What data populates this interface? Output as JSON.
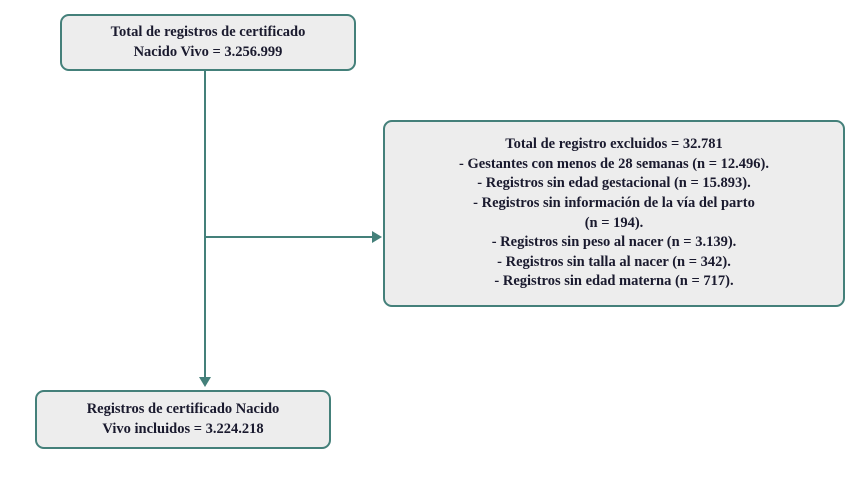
{
  "colors": {
    "accent": "#44807a",
    "box_background": "#ededed",
    "text": "#1a1a2e",
    "page_background": "#ffffff"
  },
  "boxes": {
    "top": {
      "lines": [
        "Total de registros de certificado",
        "Nacido Vivo = 3.256.999"
      ]
    },
    "excluded": {
      "title": "Total de registro excluidos = 32.781",
      "items": [
        "- Gestantes con menos de 28 semanas (n = 12.496).",
        "- Registros sin edad gestacional (n = 15.893).",
        "- Registros sin información de la vía del parto\n(n = 194).",
        "- Registros sin peso al nacer (n = 3.139).",
        "- Registros sin talla al nacer (n = 342).",
        "- Registros sin edad materna (n = 717)."
      ]
    },
    "bottom": {
      "lines": [
        "Registros de certificado Nacido",
        "Vivo incluidos = 3.224.218"
      ]
    }
  }
}
